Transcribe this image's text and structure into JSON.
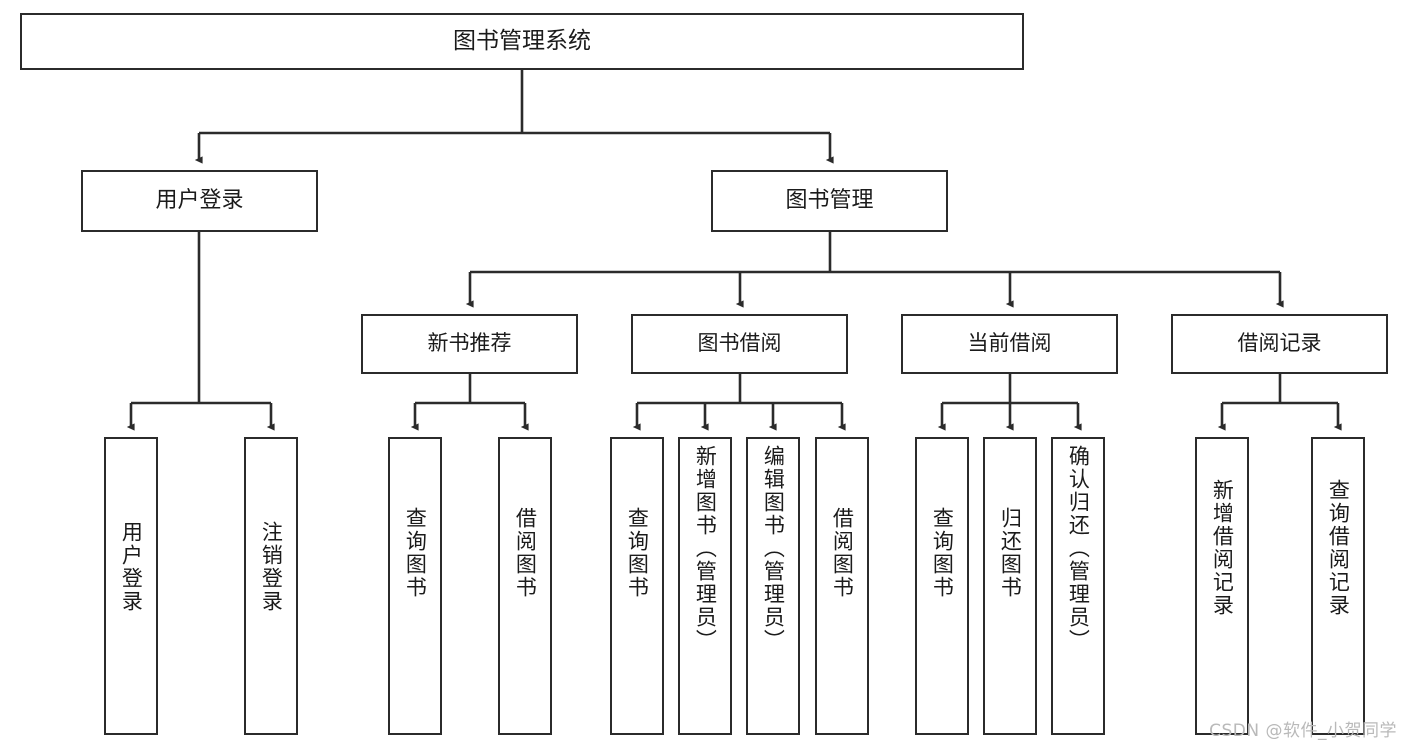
{
  "diagram": {
    "title": "图书管理系统",
    "type": "tree",
    "watermark": "CSDN @软件_小贺同学",
    "colors": {
      "border": "#2b2b2b",
      "background": "#ffffff",
      "text": "#1b1b1b",
      "edge": "#2b2b2b",
      "watermark": "#b9b9b9"
    },
    "root": {
      "label": "图书管理系统"
    },
    "level2": [
      {
        "label": "用户登录"
      },
      {
        "label": "图书管理"
      }
    ],
    "level3": [
      {
        "label": "新书推荐"
      },
      {
        "label": "图书借阅"
      },
      {
        "label": "当前借阅"
      },
      {
        "label": "借阅记录"
      }
    ],
    "leaves": {
      "user_login": [
        {
          "label": "用户登录"
        },
        {
          "label": "注销登录"
        }
      ],
      "new_book_recommend": [
        {
          "label": "查询图书"
        },
        {
          "label": "借阅图书"
        }
      ],
      "book_borrow": [
        {
          "label": "查询图书"
        },
        {
          "label": "新增图书（管理员）"
        },
        {
          "label": "编辑图书（管理员）"
        },
        {
          "label": "借阅图书"
        }
      ],
      "current_borrow": [
        {
          "label": "查询图书"
        },
        {
          "label": "归还图书"
        },
        {
          "label": "确认归还（管理员）"
        }
      ],
      "borrow_record": [
        {
          "label": "新增借阅记录"
        },
        {
          "label": "查询借阅记录"
        }
      ]
    }
  }
}
